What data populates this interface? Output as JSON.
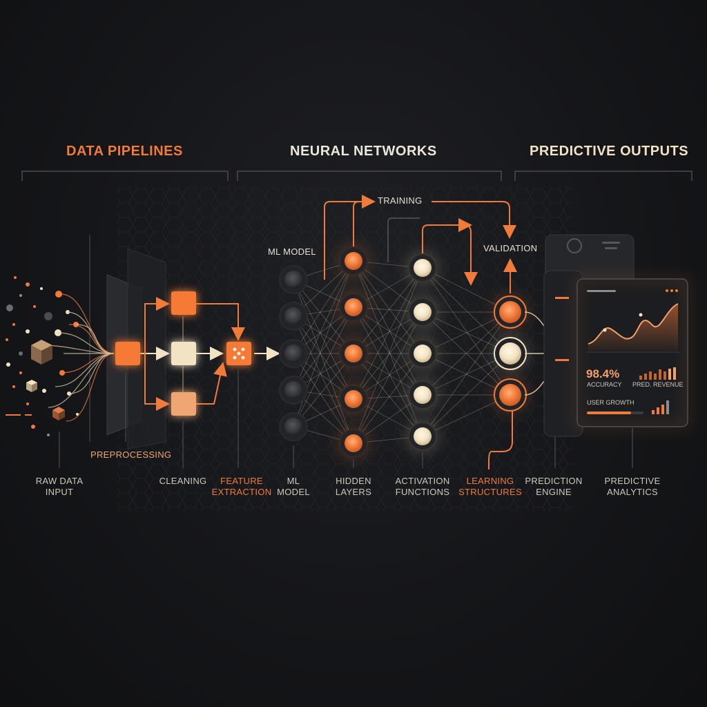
{
  "colors": {
    "background": "#16171a",
    "accent_orange": "#f07b3a",
    "cream": "#f2e3c4",
    "node_dark": "#3a3b3f",
    "label": "#cfc8bc"
  },
  "sections": {
    "data_pipelines": "DATA PIPELINES",
    "neural_networks": "NEURAL NETWORKS",
    "predictive_outputs": "PREDICTIVE OUTPUTS"
  },
  "loop_labels": {
    "training": "TRAINING",
    "validation": "VALIDATION",
    "ml_model": "ML MODEL",
    "preprocessing": "PREPROCESSING"
  },
  "bottom_labels": [
    {
      "id": "raw-data-input",
      "line1": "RAW DATA",
      "line2": "INPUT",
      "color": "#cfc8bc"
    },
    {
      "id": "cleaning",
      "line1": "CLEANING",
      "line2": "",
      "color": "#cfc8bc"
    },
    {
      "id": "feature-extraction",
      "line1": "FEATURE",
      "line2": "EXTRACTION",
      "color": "#f07b3a"
    },
    {
      "id": "ml-model",
      "line1": "ML",
      "line2": "MODEL",
      "color": "#cfc8bc"
    },
    {
      "id": "hidden-layers",
      "line1": "HIDDEN",
      "line2": "LAYERS",
      "color": "#cfc8bc"
    },
    {
      "id": "activation-functions",
      "line1": "ACTIVATION",
      "line2": "FUNCTIONS",
      "color": "#cfc8bc"
    },
    {
      "id": "learning-structures",
      "line1": "LEARNING",
      "line2": "STRUCTURES",
      "color": "#f07b3a"
    },
    {
      "id": "prediction-engine",
      "line1": "PREDICTION",
      "line2": "ENGINE",
      "color": "#cfc8bc"
    },
    {
      "id": "predictive-analytics",
      "line1": "PREDICTIVE",
      "line2": "ANALYTICS",
      "color": "#cfc8bc"
    }
  ],
  "dashboard": {
    "accuracy_value": "98.4%",
    "accuracy_label": "ACCURACY",
    "revenue_label": "PRED. REVENUE",
    "growth_label": "USER GROWTH",
    "growth_progress": 0.78
  }
}
